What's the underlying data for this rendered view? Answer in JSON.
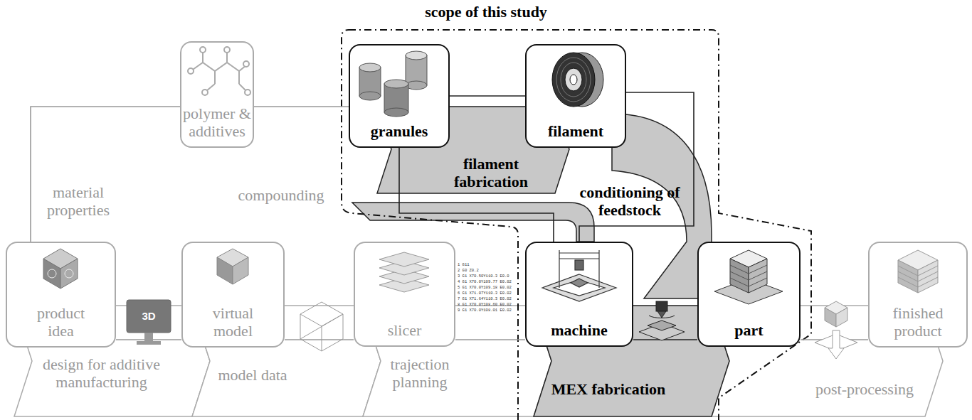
{
  "diagram": {
    "nodes": [
      {
        "text": [
          "polymer & additives"
        ]
      },
      {
        "text": [
          "granules"
        ]
      },
      {
        "text": [
          "filament"
        ]
      },
      {
        "text": [
          "product idea"
        ]
      },
      {
        "text": [
          "virtual model"
        ]
      },
      {
        "text": [
          "slicer"
        ]
      },
      {
        "text": [
          "machine"
        ]
      },
      {
        "text": [
          "part"
        ]
      },
      {
        "text": [
          "finished product"
        ]
      }
    ],
    "edges": [
      {
        "from": 3,
        "to": 0,
        "arrow": "none",
        "label": "material properties"
      },
      {
        "from": 0,
        "to": 1,
        "arrow": "none",
        "label": "compounding"
      },
      {
        "from": 1,
        "to": 2,
        "arrow": "none",
        "label": "filament fabrication"
      },
      {
        "from": 2,
        "to": 6,
        "arrow": "none",
        "label": "conditioning of feedstock"
      },
      {
        "from": 1,
        "to": 6,
        "arrow": "none"
      },
      {
        "from": 3,
        "to": 4,
        "arrow": "none",
        "label": "design for additive manufacturing"
      },
      {
        "from": 4,
        "to": 5,
        "arrow": "none",
        "label": "model data"
      },
      {
        "from": 5,
        "to": 6,
        "arrow": "none",
        "label": "trajection planning"
      },
      {
        "from": 6,
        "to": 7,
        "arrow": "none",
        "label": "MEX fabrication"
      },
      {
        "from": 7,
        "to": 8,
        "arrow": "none",
        "label": "post-processing"
      }
    ],
    "labels": [
      "scope of this study",
      "3D",
      "1 G11",
      "2 G0 Z0.2",
      "3 G1 X70.50Y110.3 E0.0",
      "4 G1 X70.0Y109.77 E0.02",
      "5 G1 X70.0Y109.18 E0.02",
      "6 G1 X71.07Y110.3 E0.02",
      "7 G1 X71.64Y110.3 E0.02",
      "8 G1 X70.0Y108.60 E0.02",
      "9 G1 X70.0Y108.01 E0.02"
    ]
  }
}
